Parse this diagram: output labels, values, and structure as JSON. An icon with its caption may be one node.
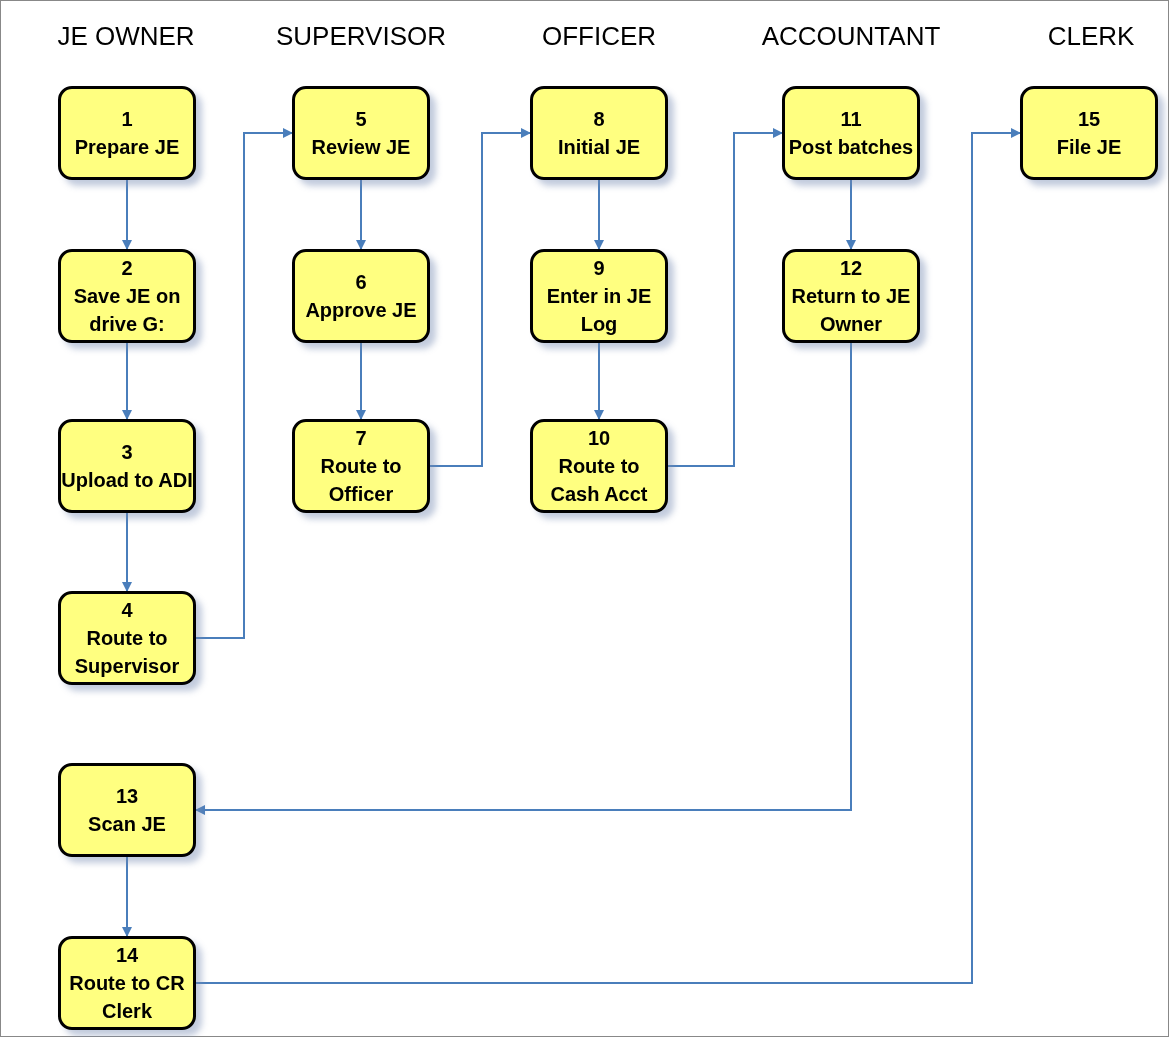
{
  "diagram": {
    "nodes": [
      {
        "text": [
          "1",
          "Prepare JE"
        ]
      },
      {
        "text": [
          "2",
          "Save JE on drive G:"
        ]
      },
      {
        "text": [
          "3",
          "Upload to ADI"
        ]
      },
      {
        "text": [
          "4",
          "Route to Supervisor"
        ]
      },
      {
        "text": [
          "5",
          "Review JE"
        ]
      },
      {
        "text": [
          "6",
          "Approve JE"
        ]
      },
      {
        "text": [
          "7",
          "Route to Officer"
        ]
      },
      {
        "text": [
          "8",
          "Initial JE"
        ]
      },
      {
        "text": [
          "9",
          "Enter in JE Log"
        ]
      },
      {
        "text": [
          "10",
          "Route to Cash Acct"
        ]
      },
      {
        "text": [
          "11",
          "Post batches"
        ]
      },
      {
        "text": [
          "12",
          "Return to JE Owner"
        ]
      },
      {
        "text": [
          "13",
          "Scan JE"
        ]
      },
      {
        "text": [
          "14",
          "Route to CR Clerk"
        ]
      },
      {
        "text": [
          "15",
          "File JE"
        ]
      }
    ],
    "edges": [
      {
        "from": 0,
        "to": 1,
        "arrow": "to"
      },
      {
        "from": 1,
        "to": 2,
        "arrow": "to"
      },
      {
        "from": 2,
        "to": 3,
        "arrow": "to"
      },
      {
        "from": 3,
        "to": 4,
        "arrow": "to"
      },
      {
        "from": 4,
        "to": 5,
        "arrow": "to"
      },
      {
        "from": 5,
        "to": 6,
        "arrow": "to"
      },
      {
        "from": 6,
        "to": 7,
        "arrow": "to"
      },
      {
        "from": 7,
        "to": 8,
        "arrow": "to"
      },
      {
        "from": 8,
        "to": 9,
        "arrow": "to"
      },
      {
        "from": 9,
        "to": 10,
        "arrow": "to"
      },
      {
        "from": 10,
        "to": 11,
        "arrow": "to"
      },
      {
        "from": 11,
        "to": 12,
        "arrow": "to"
      },
      {
        "from": 12,
        "to": 13,
        "arrow": "to"
      },
      {
        "from": 13,
        "to": 14,
        "arrow": "to"
      }
    ],
    "labels": [
      "JE OWNER",
      "SUPERVISOR",
      "OFFICER",
      "ACCOUNTANT",
      "CLERK"
    ]
  }
}
